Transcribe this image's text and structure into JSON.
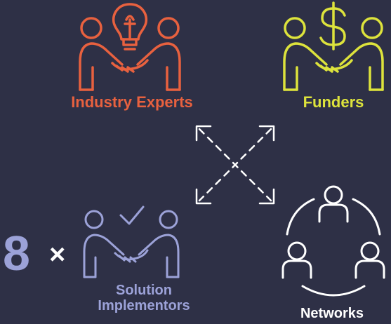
{
  "groups": {
    "industry_experts": {
      "label": "Industry Experts",
      "color": "#e8613f",
      "icon": "handshake-lightbulb-icon"
    },
    "funders": {
      "label": "Funders",
      "color": "#dde33c",
      "icon": "handshake-dollar-icon"
    },
    "solution_implementors": {
      "label_line1": "Solution",
      "label_line2": "Implementors",
      "color": "#9ca2d8",
      "icon": "handshake-checkmark-icon"
    },
    "networks": {
      "label": "Networks",
      "color": "#ffffff",
      "icon": "people-circle-icon"
    }
  },
  "multiplier": {
    "count": "8",
    "symbol": "×"
  },
  "connector": {
    "color": "#ffffff",
    "style": "dashed-cross-arrows"
  },
  "background_color": "#2e3046"
}
